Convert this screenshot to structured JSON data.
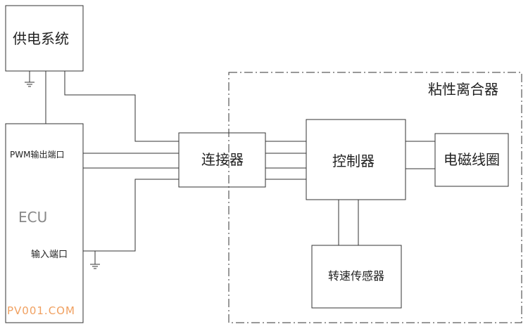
{
  "blocks": {
    "power": "供电系统",
    "ecu": "ECU",
    "pwm_port": "PWM输出端口",
    "input_port": "输入端口",
    "connector": "连接器",
    "controller": "控制器",
    "coil": "电磁线圈",
    "speed_sensor": "转速传感器"
  },
  "group": {
    "label": "粘性离合器"
  },
  "watermark": "PV001.COM",
  "colors": {
    "line": "#333333",
    "watermark": "#f0a060"
  }
}
